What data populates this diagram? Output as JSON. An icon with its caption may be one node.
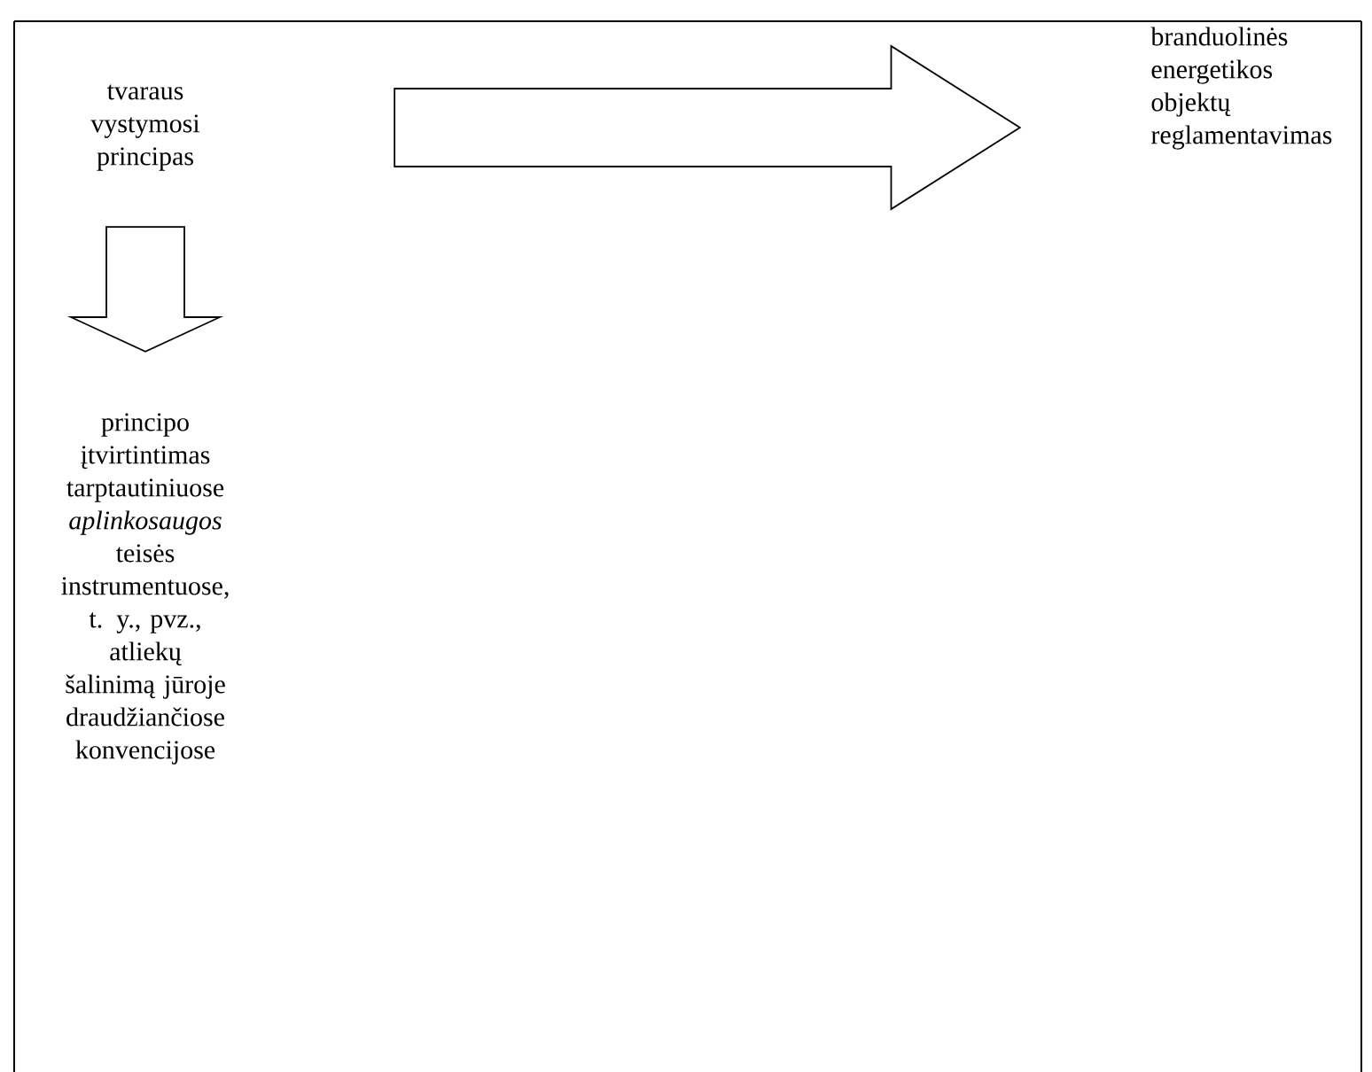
{
  "diagram": {
    "nodes": [
      {
        "text": [
          "tvaraus vystymosi principas"
        ]
      },
      {
        "text": [
          "branduolinės energetikos objektų reglamentavimas"
        ]
      },
      {
        "text": [
          "principo įtvirtintimas tarptautiniuose *aplinkosaugos* teisės instrumentuose, t. y., pvz., atliekų šalinimą jūroje draudžiančiose konvencijose"
        ]
      }
    ],
    "edges": [
      {
        "from": 0,
        "to": 1,
        "arrow": "to"
      },
      {
        "from": 0,
        "to": 2,
        "arrow": "to"
      }
    ]
  }
}
